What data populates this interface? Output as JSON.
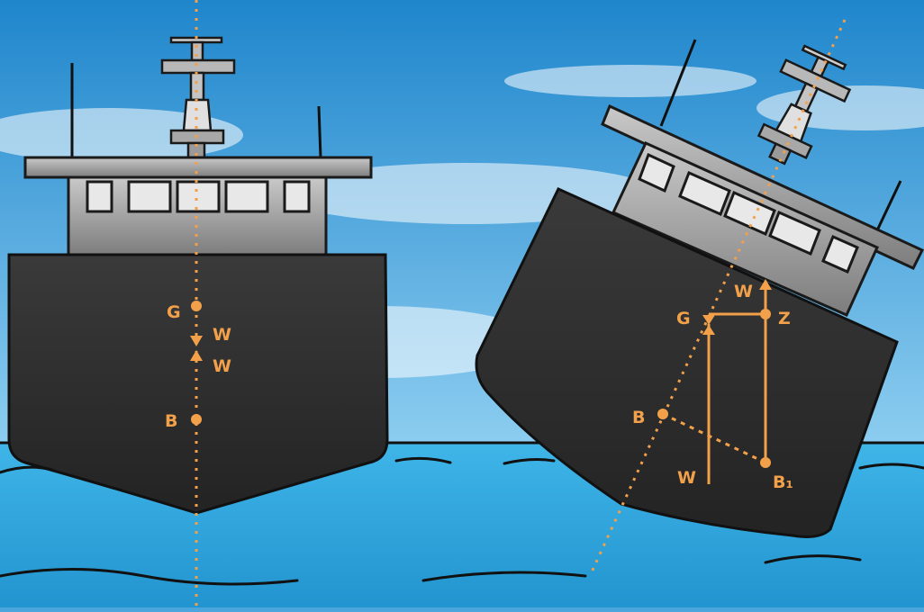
{
  "colors": {
    "sky_top": "#1f86cc",
    "sky_bottom": "#8ccdf0",
    "sea_top": "#3fb5e8",
    "sea_bottom": "#2294cf",
    "hull": "#2e2e2e",
    "superstructure": "#9a9a9a",
    "window": "#e6e6e6",
    "annotation": "#f2a14a",
    "outline": "#1a1a1a"
  },
  "upright_ship": {
    "label_g": "G",
    "label_b": "B",
    "label_w_down": "W",
    "label_w_up": "W"
  },
  "heeled_ship": {
    "label_g": "G",
    "label_z": "Z",
    "label_b": "B",
    "label_b1": "B₁",
    "label_w_up": "W",
    "label_w_down": "W"
  }
}
